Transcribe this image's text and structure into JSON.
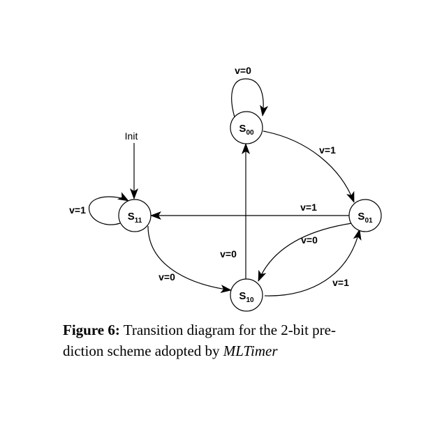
{
  "diagram": {
    "nodes": [
      {
        "id": "s00",
        "main": "S",
        "sub": "00"
      },
      {
        "id": "s01",
        "main": "S",
        "sub": "01"
      },
      {
        "id": "s10",
        "main": "S",
        "sub": "10"
      },
      {
        "id": "s11",
        "main": "S",
        "sub": "11"
      }
    ],
    "init_label": "Init",
    "edge_labels": {
      "s00_self": "v=0",
      "s00_to_s01": "v=1",
      "s01_to_s11": "v=1",
      "s01_to_s10": "v=0",
      "s10_to_s00": "v=0",
      "s10_to_s01": "v=1",
      "s11_self": "v=1",
      "s11_to_s10": "v=0"
    }
  },
  "caption": {
    "label": "Figure 6:",
    "text_line1": "Transition diagram for the 2-bit pre-",
    "text_line2": "diction scheme adopted by ",
    "italic": "MLTimer"
  }
}
